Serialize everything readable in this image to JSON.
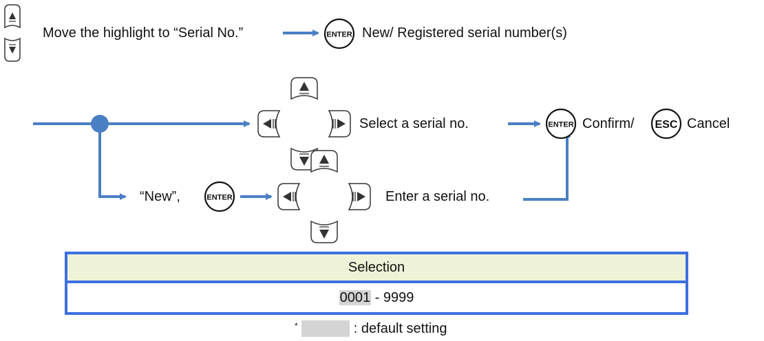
{
  "instruction": {
    "step1": "Move the highlight to “Serial No.”",
    "step1_result": "New/ Registered serial number(s)"
  },
  "branch_registered": {
    "action": "Select a serial no.",
    "confirm": "Confirm/",
    "cancel": "Cancel"
  },
  "branch_new": {
    "label": "“New”,",
    "action": "Enter a serial no."
  },
  "keys": {
    "enter": "ENTER",
    "esc": "ESC"
  },
  "table": {
    "header": "Selection",
    "range_default": "0001",
    "range_rest": " - 9999"
  },
  "footnote": {
    "star": "*",
    "text": ": default setting"
  },
  "colors": {
    "flow": "#4a7fc4",
    "table_border": "#3d6fe0",
    "table_header_bg": "#eef2d7",
    "default_highlight": "#d4d4d4"
  }
}
